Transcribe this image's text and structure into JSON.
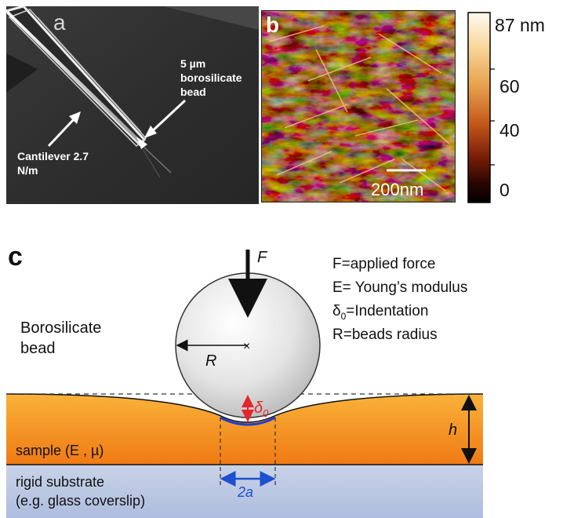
{
  "panel_a": {
    "letter": "a",
    "bead_label_line1": "5 µm",
    "bead_label_line2": "borosilicate",
    "bead_label_line3": "bead",
    "cantilever_label_line1": "Cantilever 2.7",
    "cantilever_label_line2": "N/m"
  },
  "panel_b": {
    "letter": "b",
    "scale_bar": "200nm"
  },
  "colorbar": {
    "max_label": "87 nm",
    "tick_60": "60",
    "tick_40": "40",
    "tick_0": "0",
    "colors": [
      "#fffaf0",
      "#f7d79c",
      "#e8a24f",
      "#c55a1c",
      "#7a1e06",
      "#2a0500",
      "#000000"
    ]
  },
  "panel_c": {
    "letter": "c",
    "force_symbol": "F",
    "legend": {
      "line1": "F=applied force",
      "line2": "E= Young’s modulus",
      "line3_symbol": "δ",
      "line3_sub": "0",
      "line3_rest": "=Indentation",
      "line4": "R=beads radius"
    },
    "bead_label_line1": "Borosilicate",
    "bead_label_line2": "bead",
    "radius_symbol": "R",
    "indent_symbol": "δ",
    "indent_sub": "0",
    "height_symbol": "h",
    "contact_label": "2a",
    "sample_label": "sample (E , µ)",
    "substrate_line1": "rigid substrate",
    "substrate_line2": "(e.g. glass coverslip)"
  }
}
